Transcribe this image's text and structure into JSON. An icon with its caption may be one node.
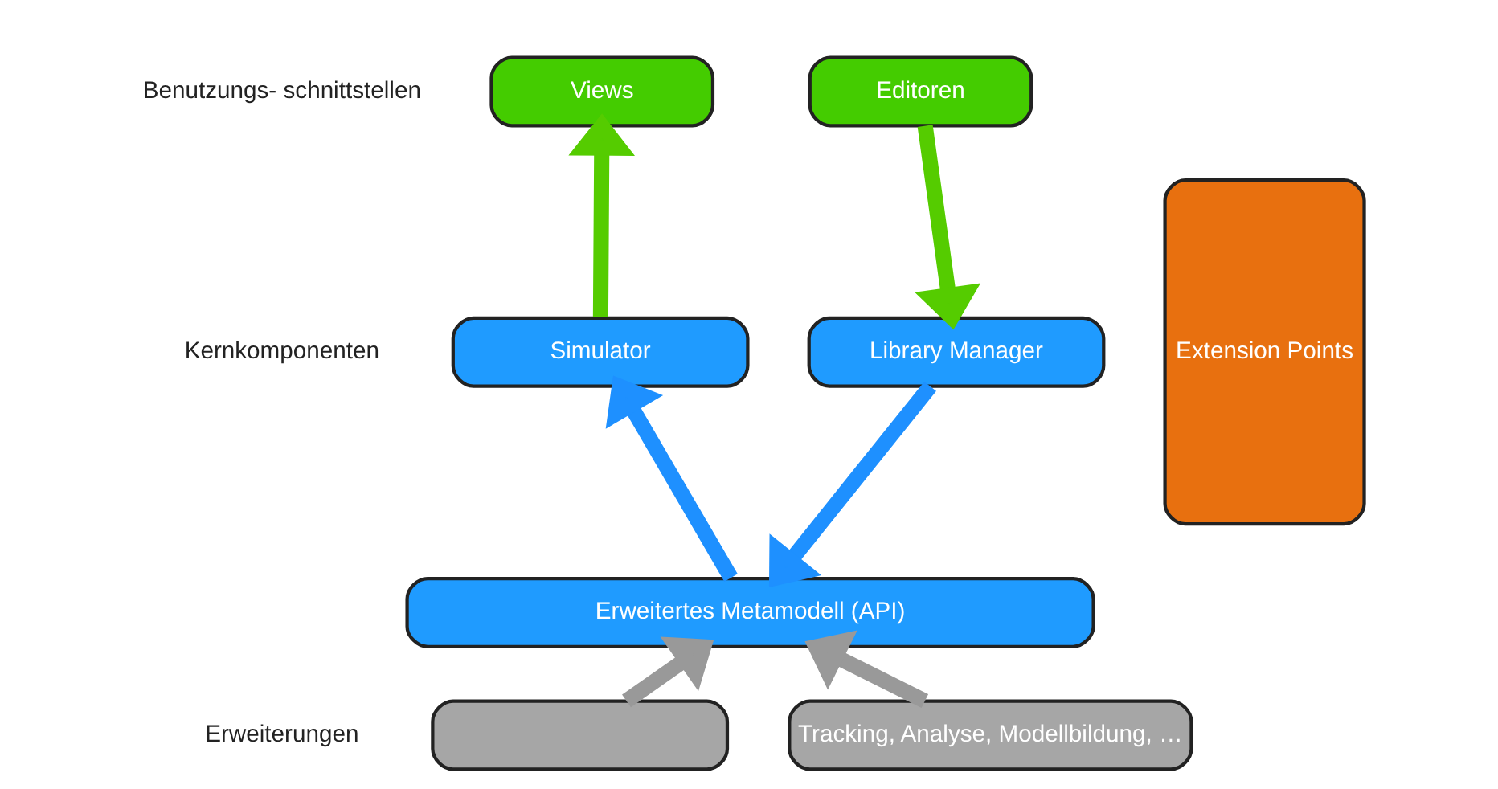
{
  "diagram": {
    "nodes": [
      {
        "text": [
          "Editoren"
        ]
      },
      {
        "text": [
          "Views"
        ]
      },
      {
        "text": [
          "Library Manager"
        ]
      },
      {
        "text": [
          "Simulator"
        ]
      },
      {
        "text": [
          "Erweitertes Metamodell (API)"
        ]
      },
      {
        "text": [
          "Tracking, Analyse, Modellbildung, …"
        ]
      },
      {
        "text": [],
        "shape": "box"
      },
      {
        "text": [
          "Extension Points"
        ]
      }
    ],
    "edges": [
      {
        "from": 0,
        "to": 2,
        "arrow": "to",
        "color": "#55cc00"
      },
      {
        "from": 3,
        "to": 1,
        "arrow": "to",
        "color": "#55cc00"
      },
      {
        "from": 2,
        "to": 4,
        "arrow": "to",
        "color": "#1e90ff"
      },
      {
        "from": 4,
        "to": 3,
        "arrow": "to",
        "color": "#1e90ff"
      },
      {
        "from": 5,
        "to": 4,
        "arrow": "to",
        "color": "#999999"
      },
      {
        "from": 6,
        "to": 4,
        "arrow": "to",
        "color": "#999999"
      }
    ],
    "labels": [
      "Benutzungs- schnittstellen",
      "Kernkomponenten",
      "Erweiterungen"
    ]
  }
}
